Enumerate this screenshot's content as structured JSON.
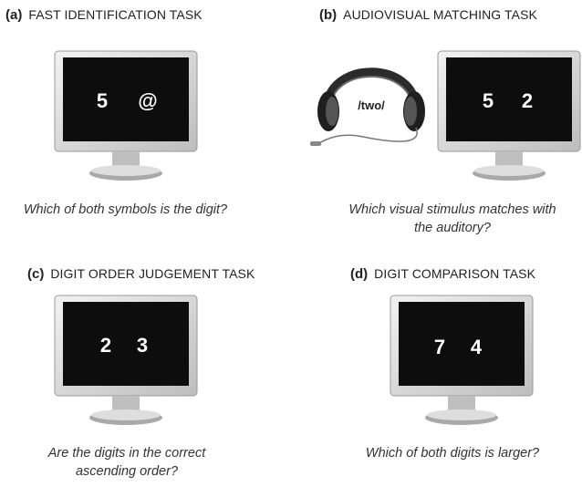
{
  "panels": [
    {
      "label": "(a)",
      "title": "FAST IDENTIFICATION TASK",
      "screen": [
        "5",
        "@"
      ],
      "caption_lines": [
        "Which of both symbols is the digit?"
      ]
    },
    {
      "label": "(b)",
      "title": "AUDIOVISUAL MATCHING TASK",
      "headphone_text": "/two/",
      "screen": [
        "5",
        "2"
      ],
      "caption_lines": [
        "Which visual stimulus matches with",
        "the auditory?"
      ]
    },
    {
      "label": "(c)",
      "title": "DIGIT ORDER JUDGEMENT TASK",
      "screen": [
        "2",
        "3"
      ],
      "caption_lines": [
        "Are the digits in the correct",
        "ascending order?"
      ]
    },
    {
      "label": "(d)",
      "title": "DIGIT COMPARISON TASK",
      "screen": [
        "7",
        "4"
      ],
      "caption_lines": [
        "Which of both digits is larger?"
      ]
    }
  ],
  "icons": {
    "monitor": "monitor-icon",
    "headphones": "headphones-icon"
  }
}
